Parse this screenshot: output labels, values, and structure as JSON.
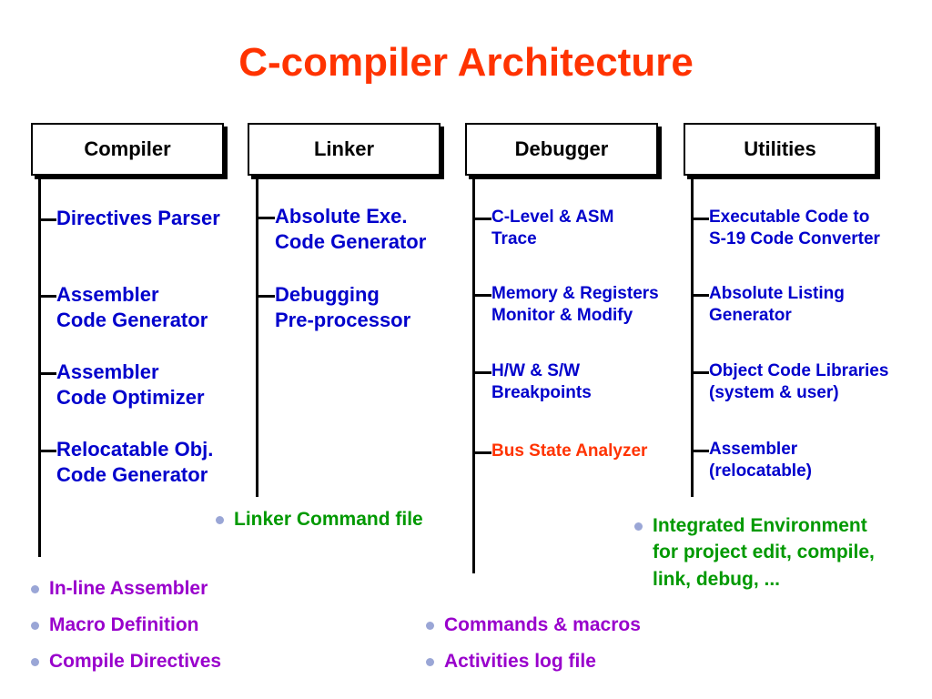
{
  "title": "C-compiler Architecture",
  "colors": {
    "title": "#ff3300",
    "item": "#0000cc",
    "highlight": "#ff3300",
    "green_note": "#009900",
    "purple_note": "#9900cc",
    "bullet_dot": "#9aa6d6"
  },
  "columns": [
    {
      "header": "Compiler",
      "items": [
        {
          "lines": [
            "Directives Parser"
          ]
        },
        {
          "lines": [
            "Assembler",
            "Code Generator"
          ]
        },
        {
          "lines": [
            "Assembler",
            "Code Optimizer"
          ]
        },
        {
          "lines": [
            "Relocatable Obj.",
            "Code Generator"
          ]
        }
      ]
    },
    {
      "header": "Linker",
      "items": [
        {
          "lines": [
            "Absolute Exe.",
            "Code Generator"
          ]
        },
        {
          "lines": [
            "Debugging",
            "Pre-processor"
          ]
        }
      ]
    },
    {
      "header": "Debugger",
      "items": [
        {
          "lines": [
            "C-Level & ASM",
            "Trace"
          ]
        },
        {
          "lines": [
            "Memory & Registers",
            "Monitor & Modify"
          ]
        },
        {
          "lines": [
            "H/W & S/W",
            "Breakpoints"
          ]
        },
        {
          "lines": [
            "Bus State Analyzer"
          ],
          "highlight": true
        }
      ]
    },
    {
      "header": "Utilities",
      "items": [
        {
          "lines": [
            "Executable Code to",
            "S-19 Code Converter"
          ]
        },
        {
          "lines": [
            "Absolute Listing",
            "Generator"
          ]
        },
        {
          "lines": [
            "Object Code Libraries",
            "(system & user)"
          ]
        },
        {
          "lines": [
            "Assembler",
            "(relocatable)"
          ]
        }
      ]
    }
  ],
  "notes": {
    "linker": [
      "Linker Command file"
    ],
    "utilities": [
      "Integrated Environment",
      "for project edit, compile,",
      "link, debug, ..."
    ],
    "compiler": [
      "In-line Assembler",
      "Macro Definition",
      "Compile Directives"
    ],
    "debugger": [
      "Commands & macros",
      "Activities log file"
    ]
  }
}
